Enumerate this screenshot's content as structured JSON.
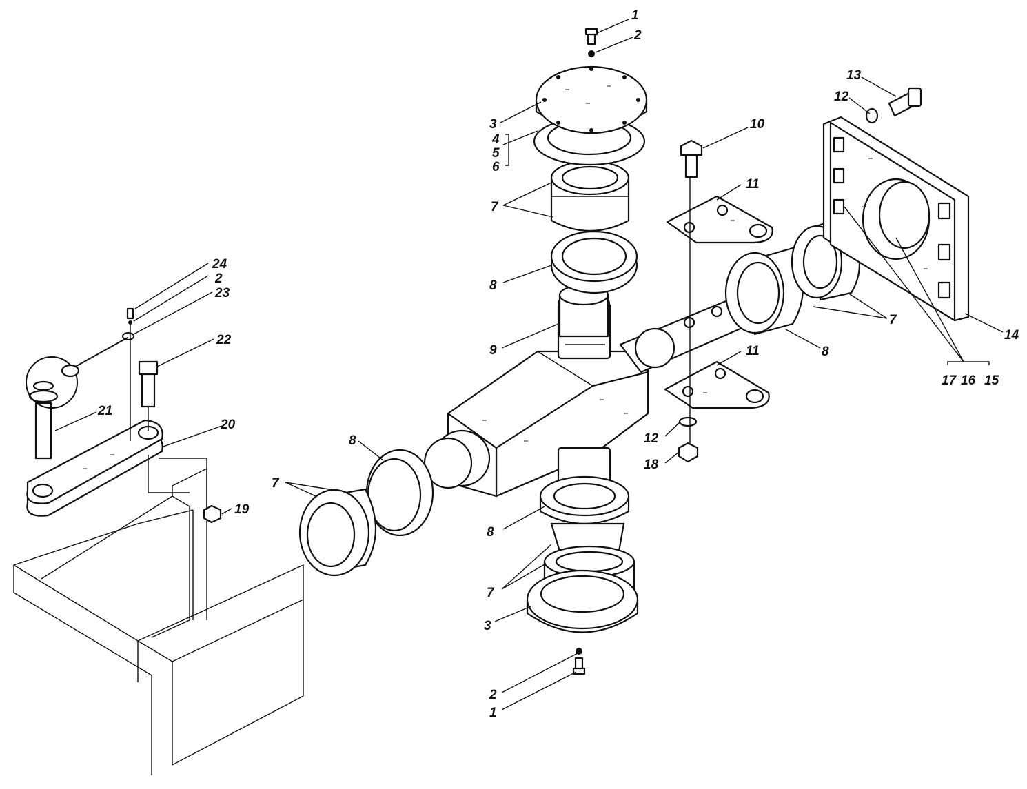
{
  "diagram": {
    "palette": {
      "ink": "#111111",
      "paper": "#ffffff"
    },
    "labels": {
      "l1_top": "1",
      "l2_top": "2",
      "l3_top": "3",
      "l4": "4",
      "l5": "5",
      "l6": "6",
      "l7_top": "7",
      "l8_top": "8",
      "l9": "9",
      "l10": "10",
      "l11_top": "11",
      "l11_bottom": "11",
      "l12_top": "12",
      "l13": "13",
      "l14": "14",
      "l7_right": "7",
      "l8_right": "8",
      "l17": "17",
      "l16": "16",
      "l15": "15",
      "l12_bottom": "12",
      "l18": "18",
      "l24": "24",
      "l2_left": "2",
      "l23": "23",
      "l22": "22",
      "l21": "21",
      "l20": "20",
      "l19": "19",
      "l7_left": "7",
      "l8_left": "8",
      "l8_bottom": "8",
      "l7_bottom": "7",
      "l3_bottom": "3",
      "l2_bottom": "2",
      "l1_bottom": "1"
    }
  }
}
